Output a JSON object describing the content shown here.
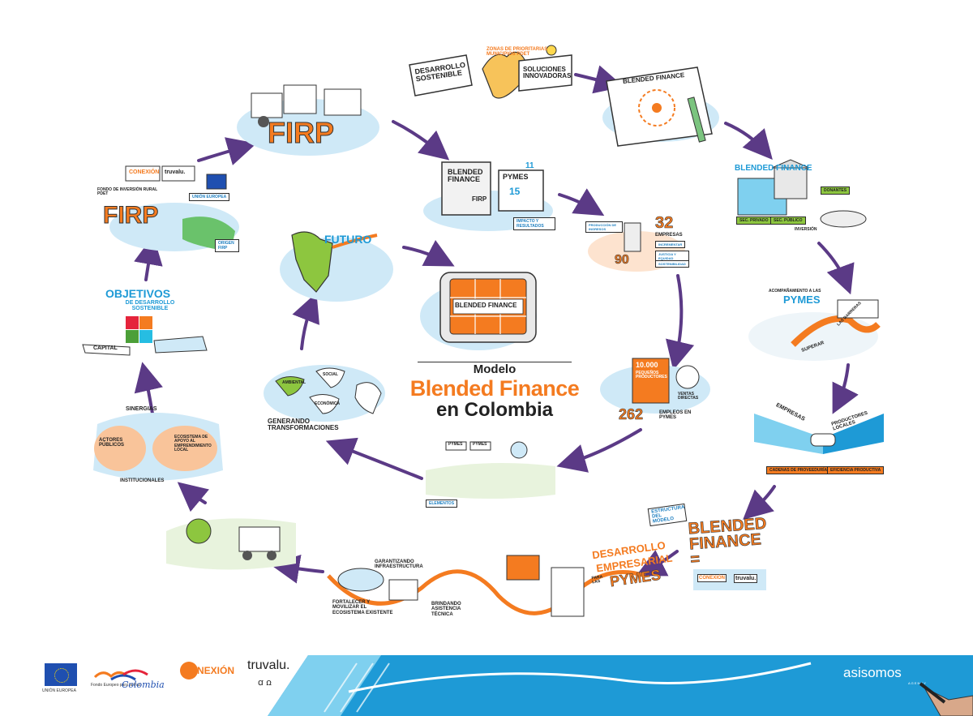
{
  "center": {
    "line1": "Modelo",
    "line2": "Blended Finance",
    "line3": "en Colombia"
  },
  "nodes": {
    "desarrollo": {
      "banner": "DESARROLLO SOSTENIBLE",
      "note": "Zonas de prioritarias municipios PDET",
      "side": "SOLUCIONES INNOVADORAS"
    },
    "bf_paper": {
      "title": "BLENDED FINANCE"
    },
    "bf_bank": {
      "title": "BLENDED FINANCE",
      "tags": [
        "SEC. PRIVADO",
        "SEC. PÚBLICO",
        "DONANTES",
        "INVERSIÓN"
      ]
    },
    "pymes_fence": {
      "top": "ACOMPAÑAMIENTO A LAS",
      "title": "PYMES",
      "road": "SUPERAR",
      "obst": "LAS BARRERAS"
    },
    "empresas": {
      "left": "EMPRESAS",
      "right": "PRODUCTORES LOCALES",
      "tag1": "CADENAS DE PROVEEDURÍA",
      "tag2": "EFICIENCIA PRODUCTIVA"
    },
    "bf_equals": {
      "text": "BLENDED FINANCE =",
      "logo1": "CONEXIÓN",
      "logo2": "truvalu."
    },
    "estructura": {
      "text": "ESTRUCTURA DEL MODELO"
    },
    "desarrollo_emp": {
      "line1": "DESARROLLO",
      "line2": "EMPRESARIAL",
      "line3": "PYMES",
      "para": "PARA LAS"
    },
    "wave": {
      "t1": "FORTALECER Y MOVILIZAR EL ECOSISTEMA EXISTENTE",
      "t2": "GARANTIZANDO INFRAESTRUCTURA",
      "t3": "BRINDANDO ASISTENCIA TÉCNICA"
    },
    "sinergias": {
      "top": "SINERGIAS",
      "left": "ACTORES PÚBLICOS",
      "right": "ECOSISTEMA DE APOYO AL EMPRENDIMIENTO LOCAL",
      "bottom": "INSTITUCIONALES"
    },
    "ods": {
      "line1": "OBJETIVOS",
      "line2": "DE DESARROLLO SOSTENIBLE",
      "tag": "CAPITAL"
    },
    "firp_left": {
      "title": "FIRP",
      "note": "FONDO DE INVERSIÓN RURAL PDET",
      "logo1": "CONEXIÓN",
      "logo2": "truvalu.",
      "tag": "UNIÓN EUROPEA",
      "tag2": "ORIGEN FIRP"
    },
    "firp_top": {
      "title": "FIRP"
    },
    "bf_box": {
      "title": "BLENDED FINANCE",
      "firp": "FIRP",
      "pymes": "PYMES",
      "n1": "11",
      "n2": "15",
      "tag": "IMPACTO Y RESULTADOS"
    },
    "stats": {
      "n1": "32",
      "t1": "EMPRESAS",
      "n2": "90",
      "tag1": "INCREMENTAR",
      "tag2": "JUSTICIA Y EQUIDAD",
      "tag3": "SOSTENIBILIDAD",
      "left": "PRODUCCIÓN DE INGRESOS"
    },
    "futuro": {
      "title": "FUTURO"
    },
    "tablet": {
      "title": "BLENDED FINANCE"
    },
    "transform": {
      "title": "GENERANDO TRANSFORMACIONES",
      "a": "AMBIENTAL",
      "s": "SOCIAL",
      "e": "ECONÓMICA"
    },
    "empleos": {
      "n1": "10.000",
      "t1": "PEQUEÑOS PRODUCTORES",
      "n2": "262",
      "t2": "EMPLEOS EN PYMES",
      "t3": "VENTAS DIRECTAS"
    },
    "field": {
      "tag": "ELEMENTOS",
      "c1": "PYMES",
      "c2": "PYMES"
    }
  },
  "footer": {
    "eu": "UNIÓN EUROPEA",
    "fondo": "Fondo Europeo para la Paz",
    "fondo_script": "Colombia",
    "conexion": "CONEXIÓN",
    "truvalu": "truvalu.",
    "asisomos": "asisomos",
    "asisomos_sub": "AGENCY"
  },
  "colors": {
    "orange": "#f47b20",
    "blue": "#1e9ad6",
    "purple": "#5b3a86",
    "dark": "#222222"
  }
}
